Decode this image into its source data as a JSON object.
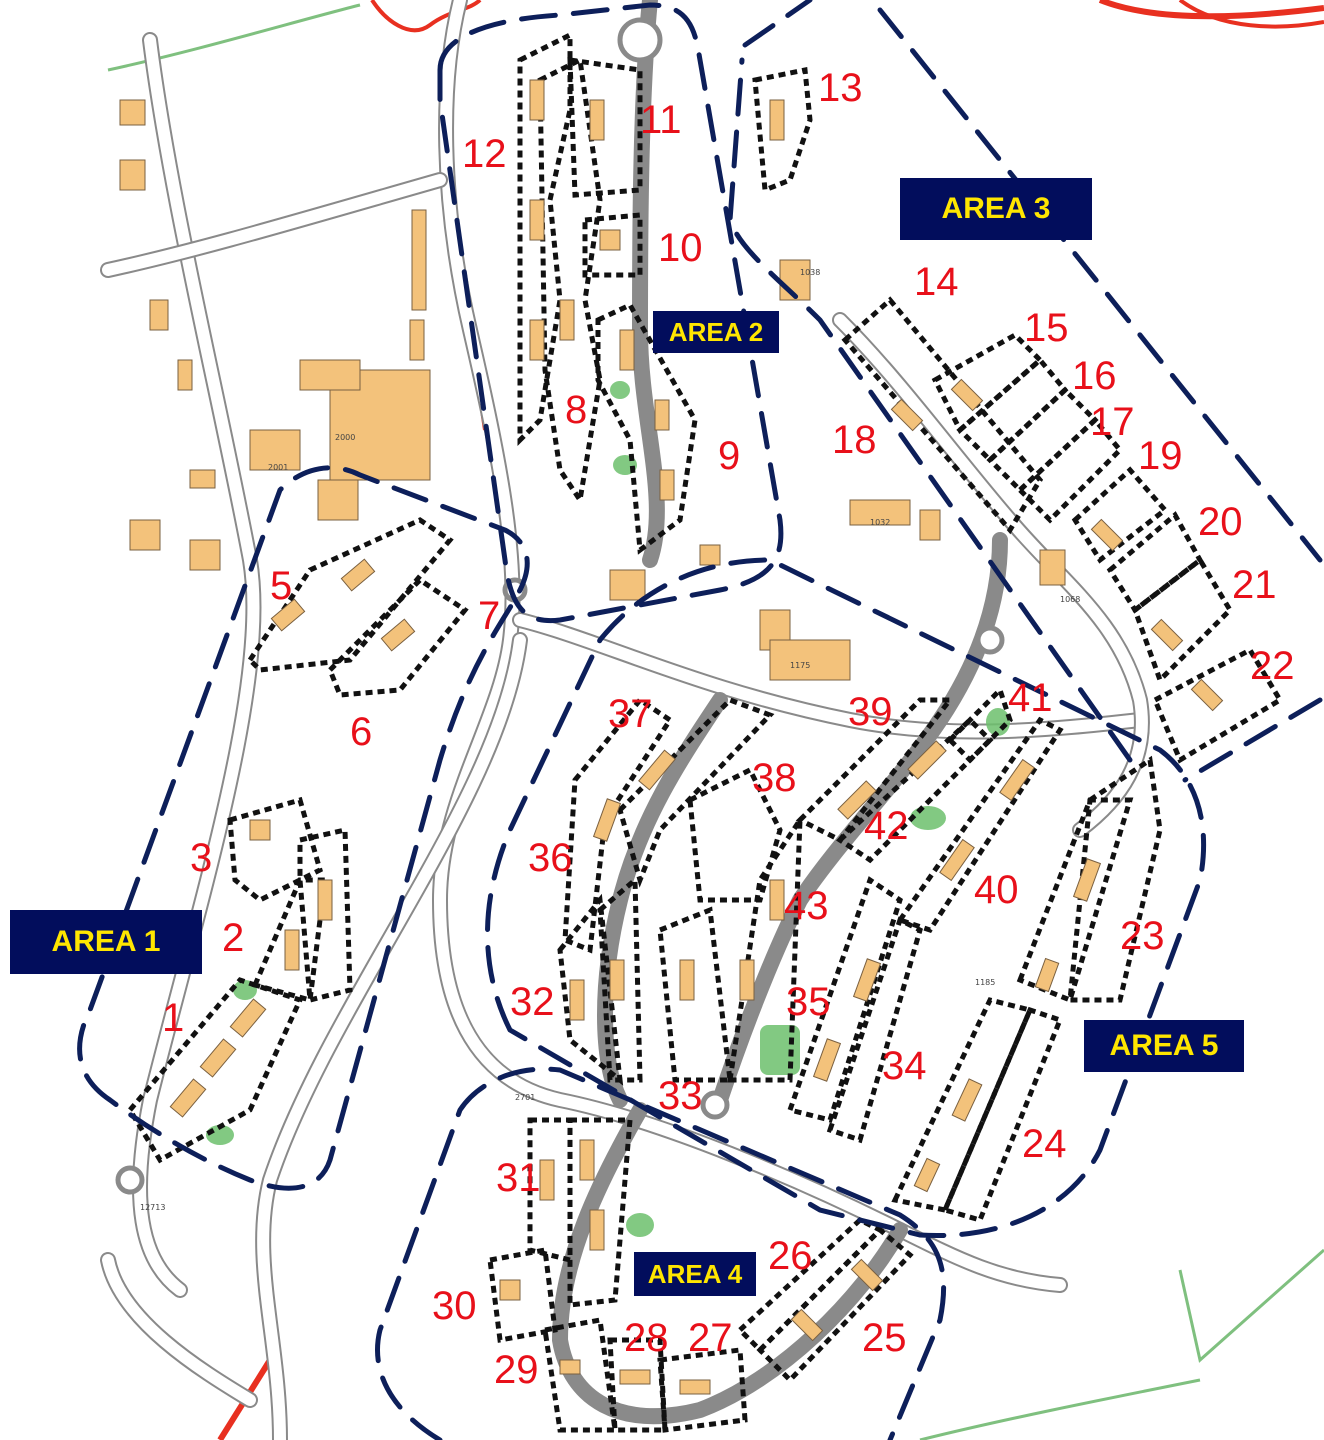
{
  "areas": [
    {
      "id": "area-1",
      "label": "AREA 1"
    },
    {
      "id": "area-2",
      "label": "AREA 2"
    },
    {
      "id": "area-3",
      "label": "AREA 3"
    },
    {
      "id": "area-4",
      "label": "AREA 4"
    },
    {
      "id": "area-5",
      "label": "AREA 5"
    }
  ],
  "zones": [
    "1",
    "2",
    "3",
    "5",
    "6",
    "7",
    "8",
    "9",
    "10",
    "11",
    "12",
    "13",
    "14",
    "15",
    "16",
    "17",
    "18",
    "19",
    "20",
    "21",
    "22",
    "23",
    "24",
    "25",
    "26",
    "27",
    "28",
    "29",
    "30",
    "31",
    "32",
    "33",
    "34",
    "35",
    "36",
    "37",
    "38",
    "39",
    "40",
    "41",
    "42",
    "43"
  ],
  "colors": {
    "area_outline": "#0d1f5a",
    "area_label_bg": "#020d5c",
    "area_label_text": "#ffe600",
    "zone_number": "#e8101a",
    "building": "#f3c27b",
    "road": "#8a8a8a",
    "green_space": "#6cc06c",
    "highway_red": "#e83020",
    "path_green": "#7fc07f"
  }
}
